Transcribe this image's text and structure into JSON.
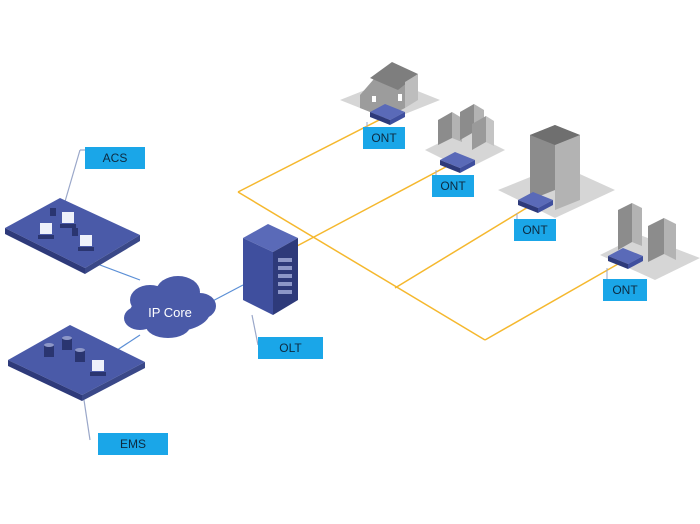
{
  "labels": {
    "acs": "ACS",
    "ems": "EMS",
    "ip_core": "IP Core",
    "olt": "OLT",
    "ont_house": "ONT",
    "ont_apartments": "ONT",
    "ont_tower": "ONT",
    "ont_office": "ONT"
  },
  "colors": {
    "fiber": "#f5b82e",
    "device_blue": "#3f4f9e",
    "device_dark": "#2e3a7a",
    "label_blue": "#1aa6e8",
    "platform_blue": "#4a5aa8",
    "link_line": "#5b8fd6",
    "building_gray": "#a9a9a9"
  },
  "icons": [
    "house-icon",
    "apartment-icon",
    "tower-icon",
    "office-icon",
    "computer-icon",
    "database-icon",
    "olt-rack-icon",
    "cloud-icon",
    "ont-device-icon"
  ]
}
